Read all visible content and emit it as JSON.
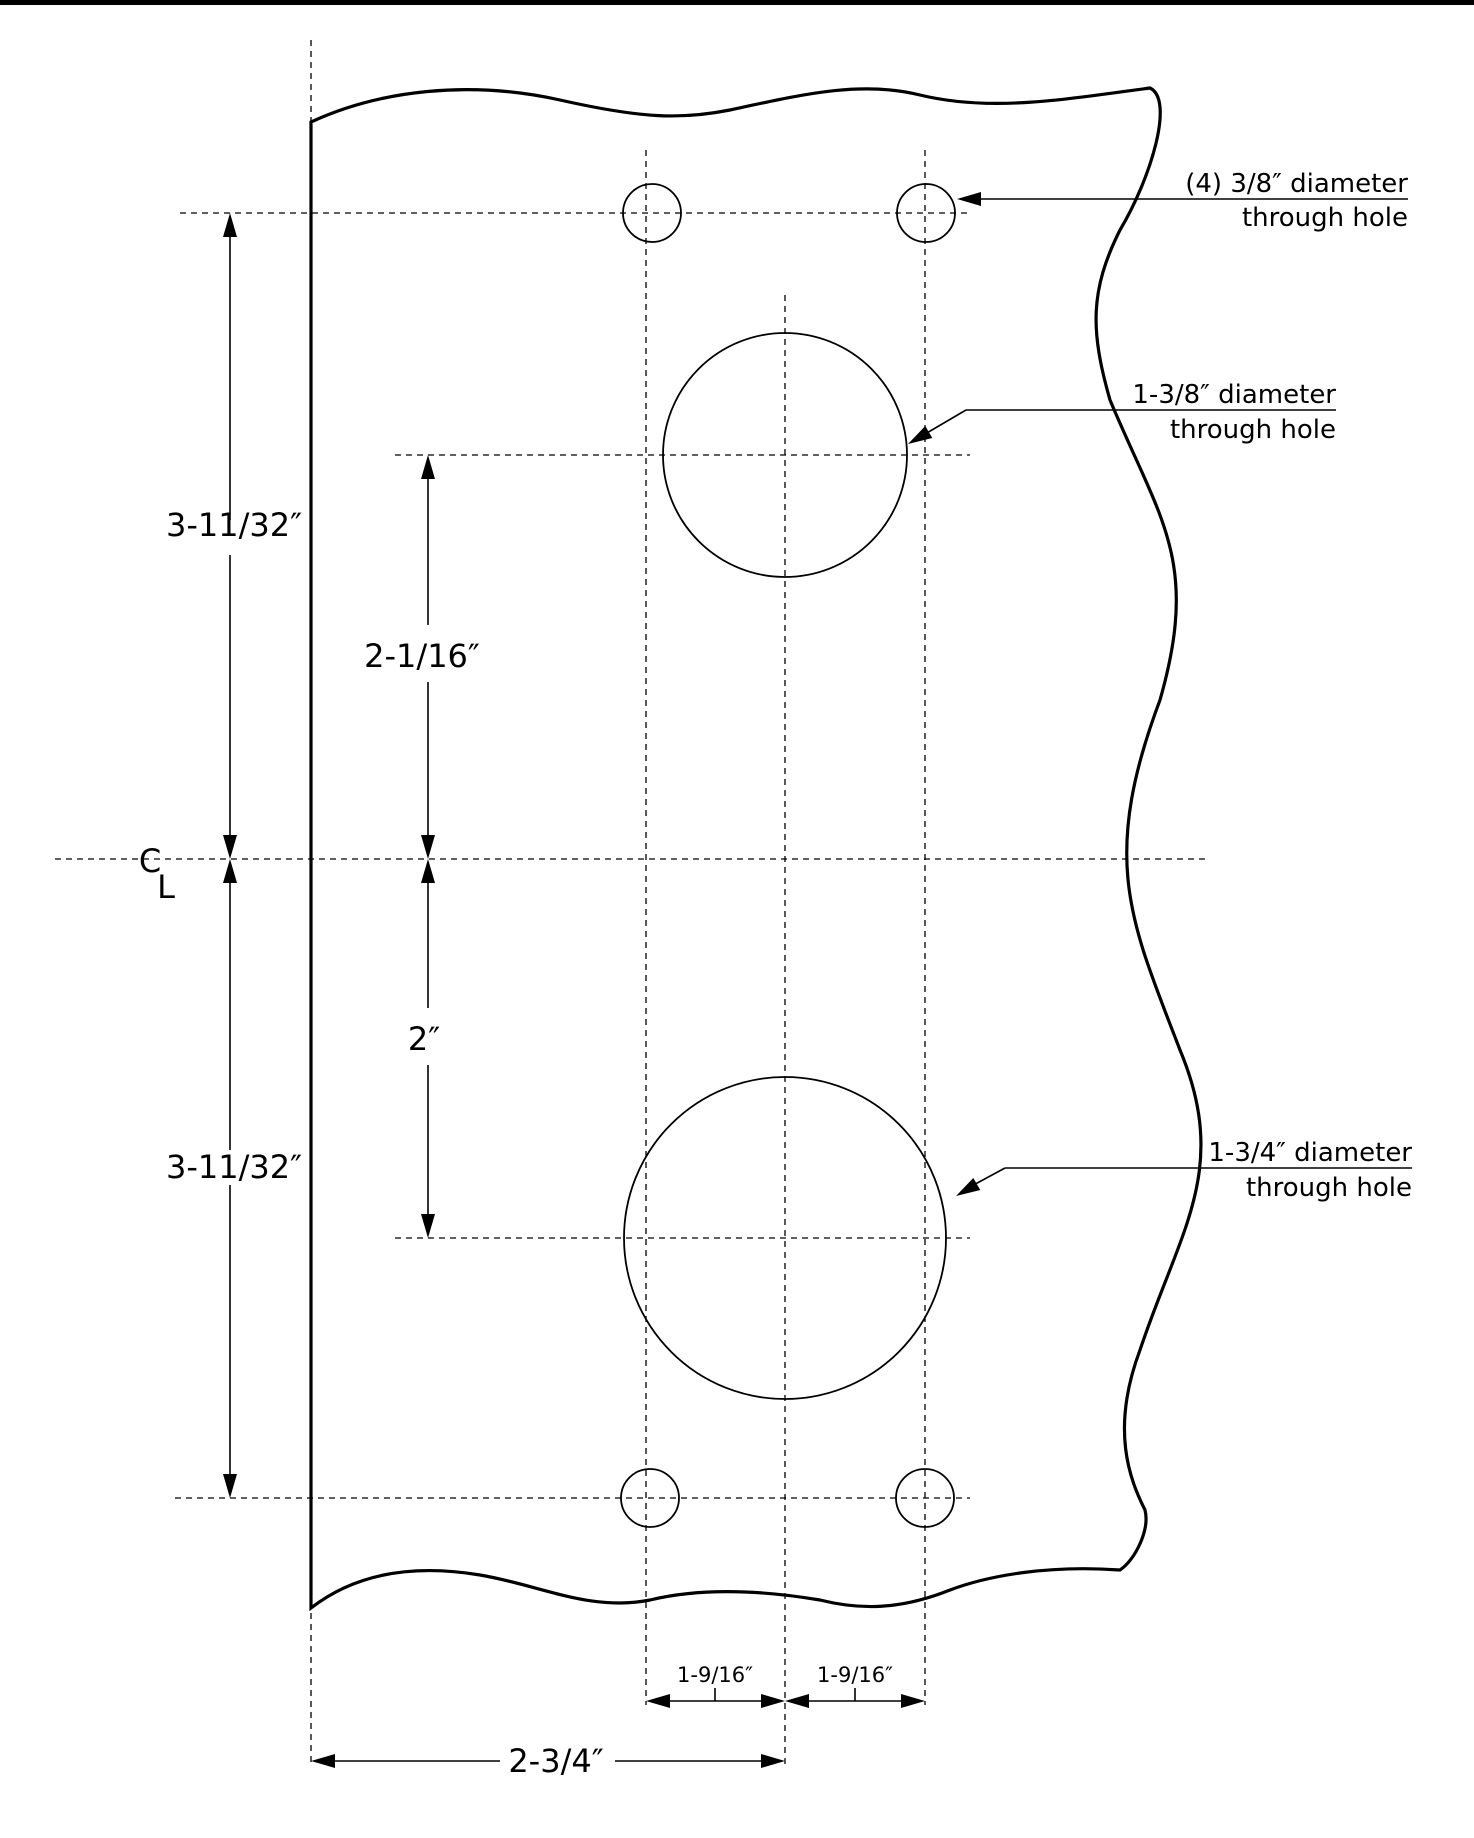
{
  "callouts": {
    "small_holes": {
      "line1": "(4) 3/8″ diameter",
      "line2": "through hole"
    },
    "upper_hole": {
      "line1": "1-3/8″ diameter",
      "line2": "through hole"
    },
    "lower_hole": {
      "line1": "1-3/4″ diameter",
      "line2": "through hole"
    }
  },
  "dimensions": {
    "upper_outer": "3-11/32″",
    "lower_outer": "3-11/32″",
    "upper_inner": "2-1/16″",
    "lower_inner": "2″",
    "hole_offset_left": "1-9/16″",
    "hole_offset_right": "1-9/16″",
    "edge_to_center": "2-3/4″"
  },
  "centerline": {
    "top": "C",
    "bottom": "L"
  }
}
